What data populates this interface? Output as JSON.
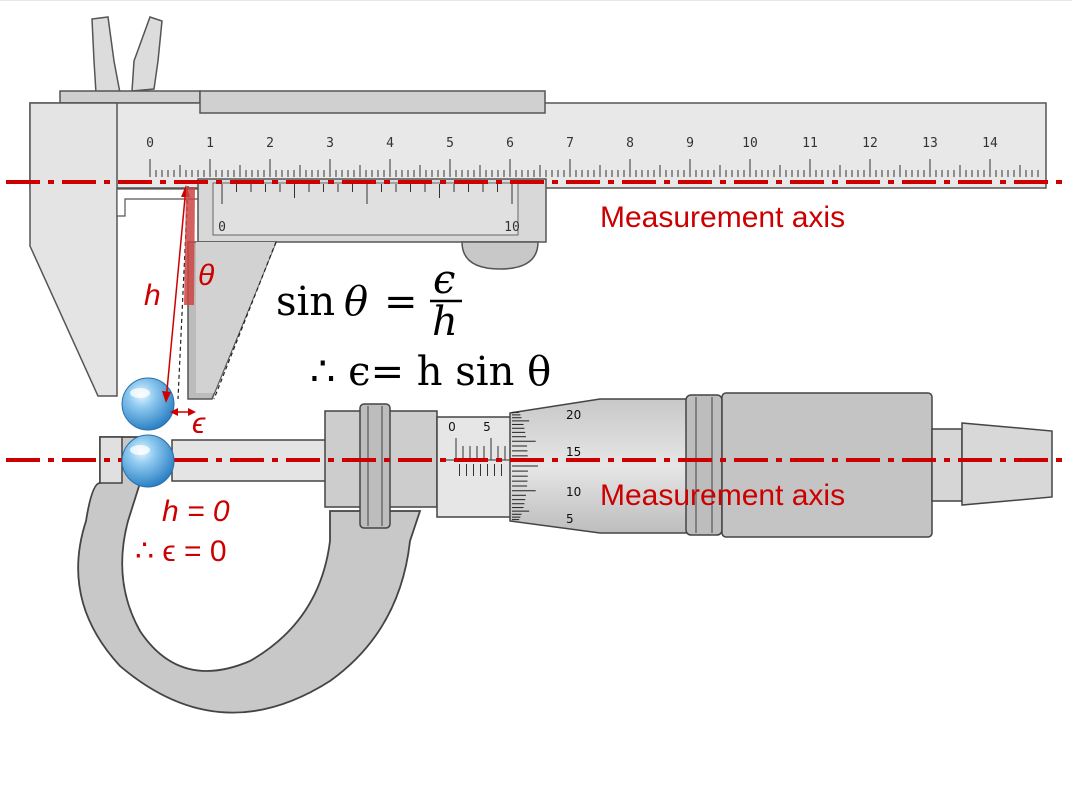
{
  "colors": {
    "axis_red": "#cc0000",
    "metal_light": "#e8e8e8",
    "metal_mid": "#cccccc",
    "metal_dark": "#a8a8a8",
    "outline": "#555555",
    "ball_blue": "#3a9ad9"
  },
  "labels": {
    "axis_top": "Measurement axis",
    "axis_bottom": "Measurement axis",
    "h_label": "h",
    "theta_label": "θ",
    "epsilon_label": "ϵ",
    "h_zero": "h = 0",
    "epsilon_zero": "∴ ϵ = 0"
  },
  "equations": {
    "sin_part": "sin",
    "theta": "θ",
    "equals": "=",
    "numerator": "ϵ",
    "denominator": "h",
    "second_line": "∴ ϵ= h sin θ"
  },
  "caliper": {
    "main_scale_numbers": [
      "0",
      "1",
      "2",
      "3",
      "4",
      "5",
      "6",
      "7",
      "8",
      "9",
      "10",
      "11",
      "12",
      "13",
      "14"
    ],
    "vernier_numbers": [
      "0",
      "10"
    ]
  },
  "micrometer": {
    "sleeve_numbers": [
      "0",
      "5"
    ],
    "thimble_numbers": [
      "20",
      "15",
      "10",
      "5"
    ]
  },
  "icons": {
    "ball_top": "sphere-icon",
    "ball_bottom": "sphere-icon",
    "angle_marker": "angle-wedge-icon"
  }
}
